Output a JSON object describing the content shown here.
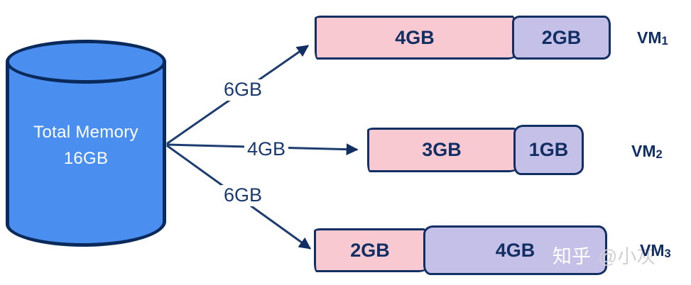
{
  "diagram": {
    "source": {
      "title": "Total Memory",
      "capacity": "16GB"
    },
    "allocations": [
      {
        "arrow_label": "6GB",
        "vm_name": "VM",
        "vm_sub": "1",
        "segments": [
          {
            "label": "4GB",
            "color": "pink"
          },
          {
            "label": "2GB",
            "color": "purple"
          }
        ]
      },
      {
        "arrow_label": "4GB",
        "vm_name": "VM",
        "vm_sub": "2",
        "segments": [
          {
            "label": "3GB",
            "color": "pink"
          },
          {
            "label": "1GB",
            "color": "purple"
          }
        ]
      },
      {
        "arrow_label": "6GB",
        "vm_name": "VM",
        "vm_sub": "3",
        "segments": [
          {
            "label": "2GB",
            "color": "pink"
          },
          {
            "label": "4GB",
            "color": "purple"
          }
        ]
      }
    ]
  },
  "watermark": {
    "brand": "知乎",
    "handle": "@小灰"
  },
  "colors": {
    "navy": "#1a3a6f",
    "border-navy": "#122f63",
    "cylinder-blue": "#4a8ff0",
    "cylinder-border": "#0b2a5c",
    "pink": "#f9c9d2",
    "purple": "#c5c0e7",
    "watermark-gray": "#d0d0d6",
    "white": "#ffffff"
  }
}
